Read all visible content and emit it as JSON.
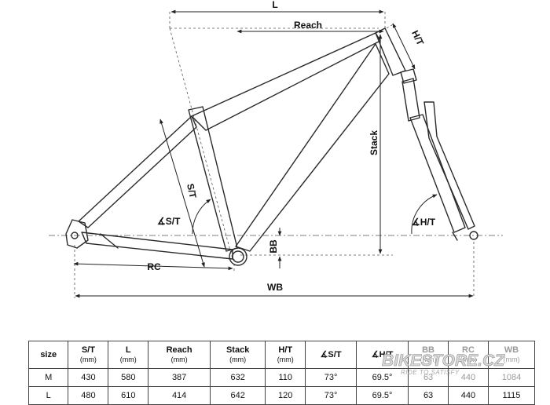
{
  "diagram": {
    "labels": {
      "length": "L",
      "reach": "Reach",
      "head_tube": "H/T",
      "stack": "Stack",
      "seat_tube": "S/T",
      "seat_angle": "∡S/T",
      "head_angle": "∡H/T",
      "bottom_bracket": "BB",
      "rear_center": "RC",
      "wheelbase": "WB"
    }
  },
  "table": {
    "headers": [
      {
        "label": "size",
        "unit": ""
      },
      {
        "label": "S/T",
        "unit": "(mm)"
      },
      {
        "label": "L",
        "unit": "(mm)"
      },
      {
        "label": "Reach",
        "unit": "(mm)"
      },
      {
        "label": "Stack",
        "unit": "(mm)"
      },
      {
        "label": "H/T",
        "unit": "(mm)"
      },
      {
        "label": "∡S/T",
        "unit": ""
      },
      {
        "label": "∡H/T",
        "unit": ""
      },
      {
        "label": "BB",
        "unit": "(mm)"
      },
      {
        "label": "RC",
        "unit": "(mm)"
      },
      {
        "label": "WB",
        "unit": "(mm)"
      }
    ],
    "rows": [
      [
        "M",
        "430",
        "580",
        "387",
        "632",
        "110",
        "73°",
        "69.5°",
        "63",
        "440",
        "1084"
      ],
      [
        "L",
        "480",
        "610",
        "414",
        "642",
        "120",
        "73°",
        "69.5°",
        "63",
        "440",
        "1115"
      ]
    ]
  },
  "watermark": {
    "name": "BIKESTORE.CZ",
    "tagline": "RIDE TO SATISFY"
  }
}
